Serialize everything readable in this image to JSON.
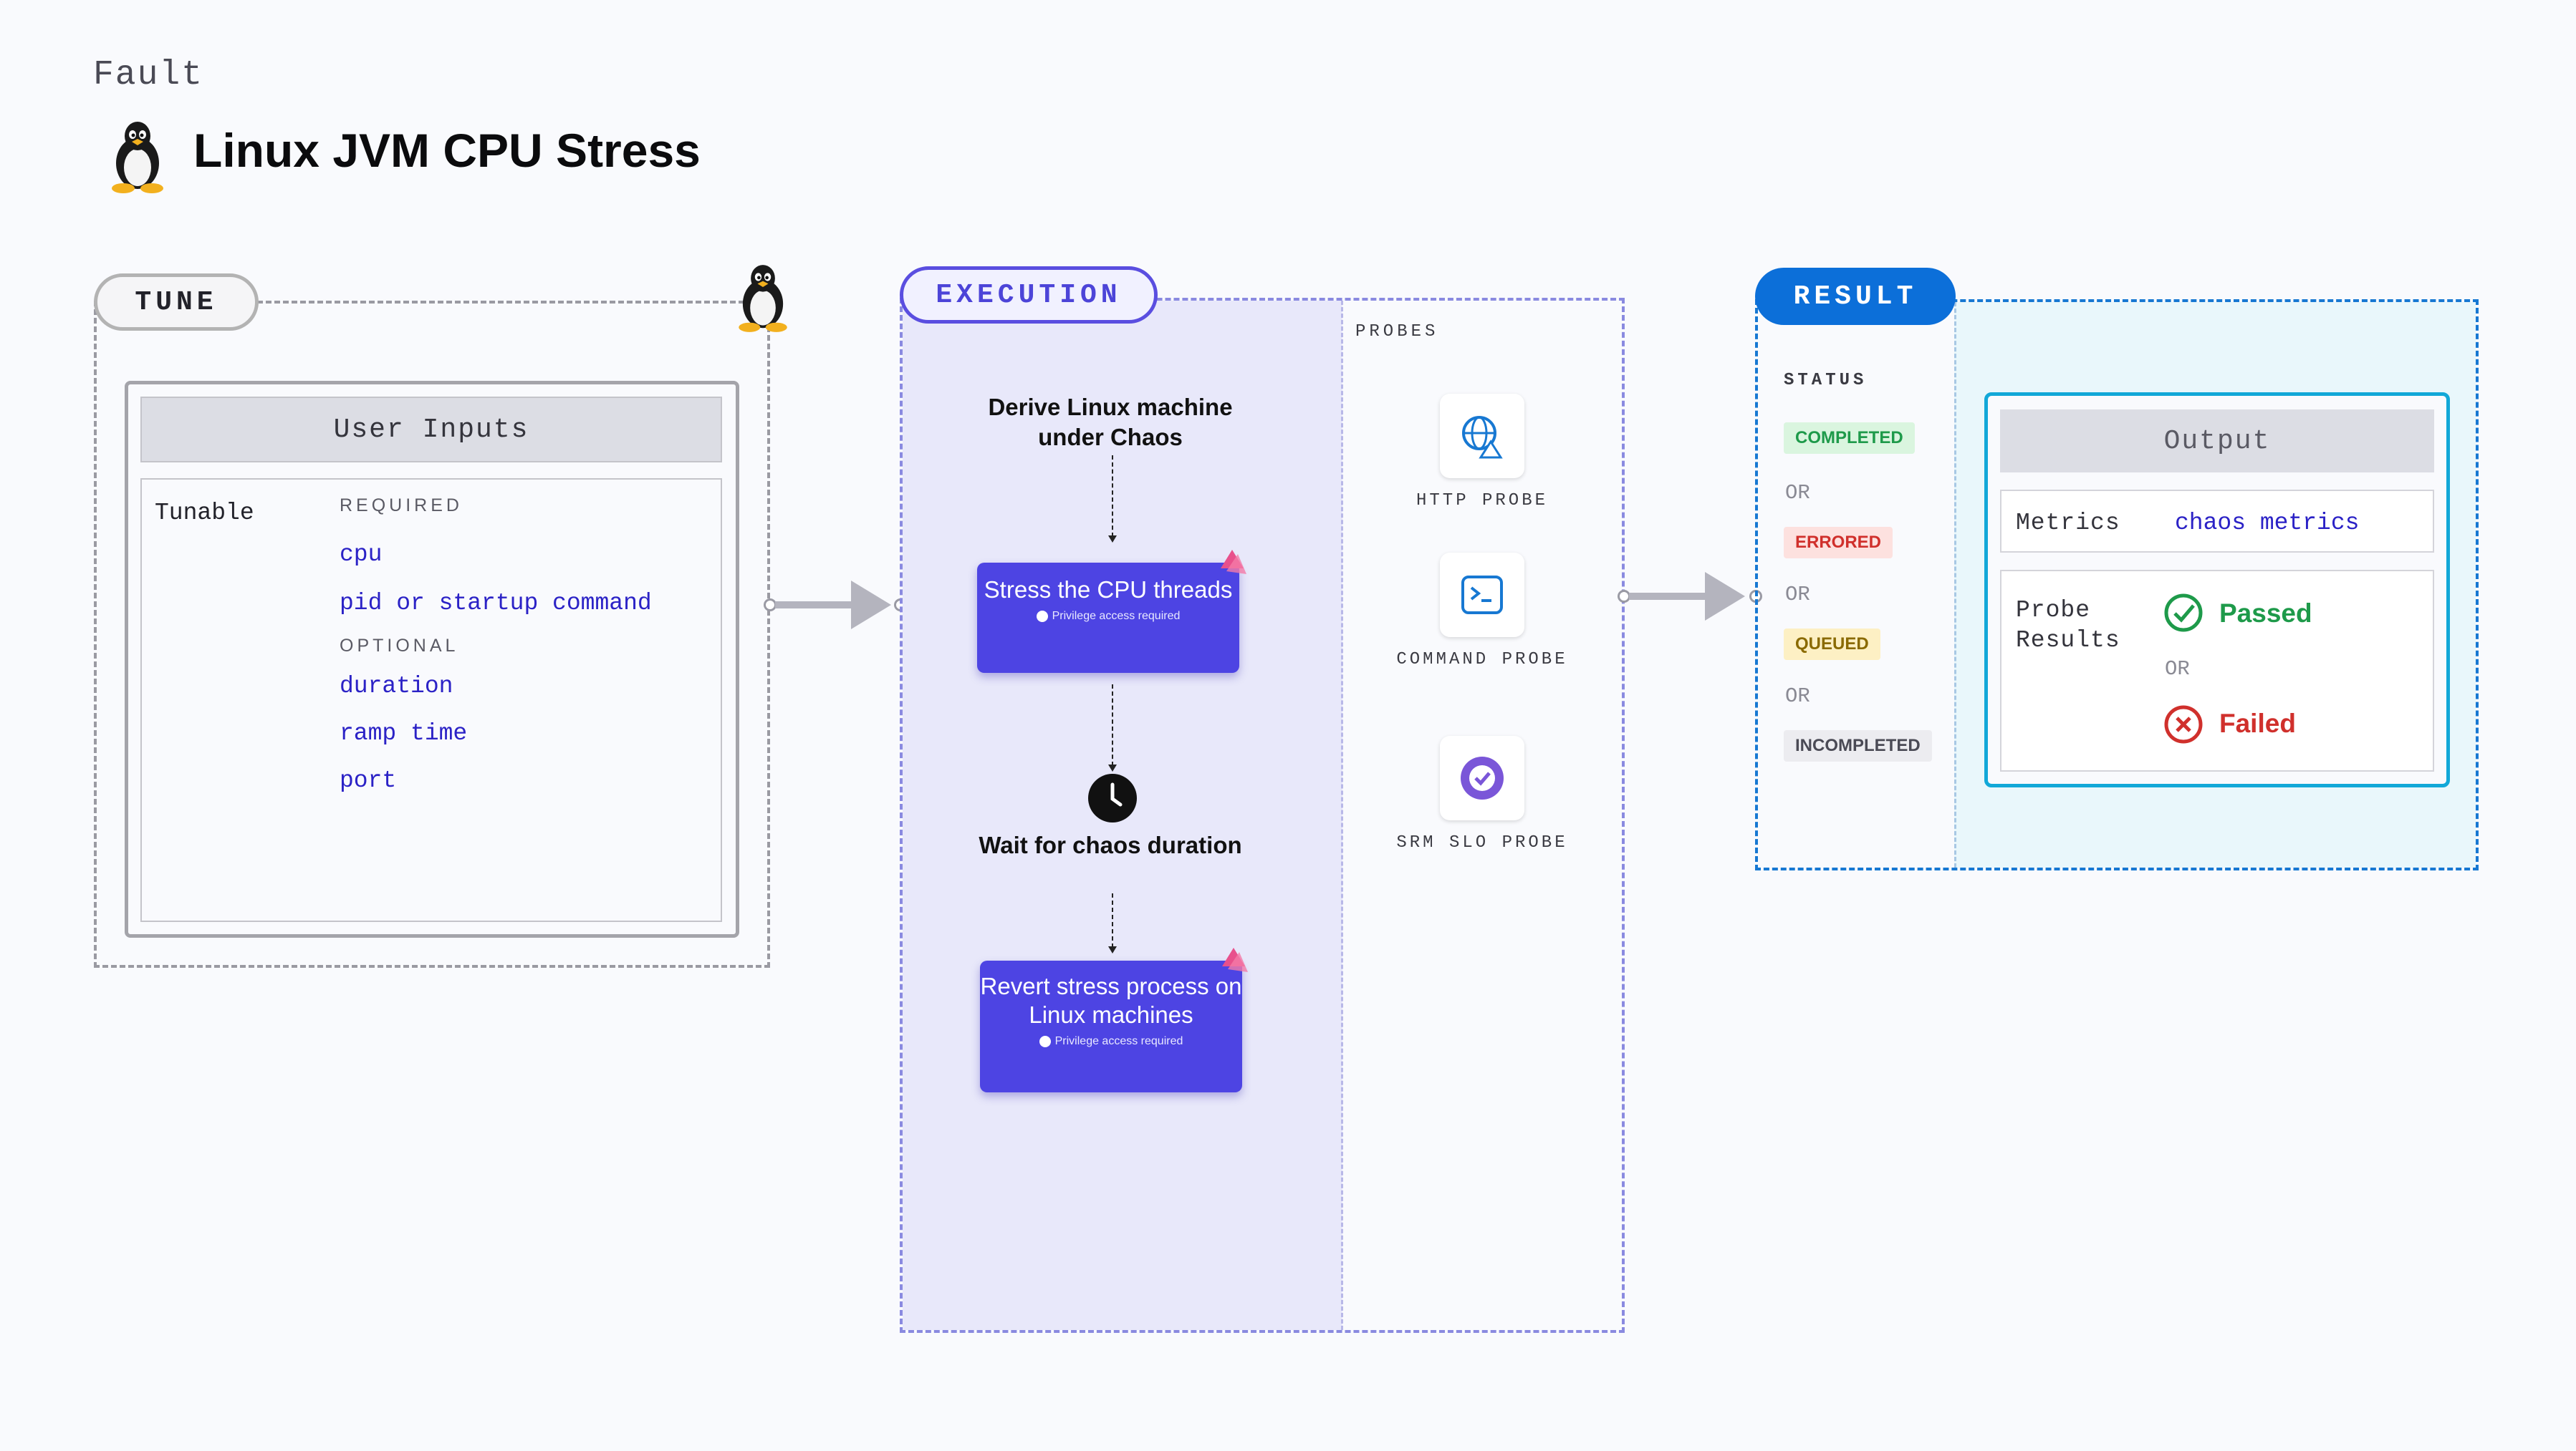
{
  "header": {
    "eyebrow": "Fault",
    "title": "Linux JVM CPU Stress",
    "icon": "linux-penguin-icon"
  },
  "tune": {
    "pill_label": "TUNE",
    "panel_title": "User Inputs",
    "tunable_label": "Tunable",
    "required_label": "REQUIRED",
    "required_params": [
      "cpu",
      "pid or startup command"
    ],
    "optional_label": "OPTIONAL",
    "optional_params": [
      "duration",
      "ramp time",
      "port"
    ]
  },
  "execution": {
    "pill_label": "EXECUTION",
    "probes_label": "PROBES",
    "steps": {
      "derive": "Derive Linux machine under Chaos",
      "stress": "Stress the CPU threads",
      "wait": "Wait for chaos duration",
      "revert": "Revert stress process on Linux machines",
      "privilege_note": "Privilege access required"
    },
    "probes": [
      {
        "label": "HTTP PROBE",
        "icon": "http-probe-globe-icon"
      },
      {
        "label": "COMMAND PROBE",
        "icon": "command-probe-terminal-icon"
      },
      {
        "label": "SRM SLO PROBE",
        "icon": "srm-slo-probe-icon"
      }
    ]
  },
  "result": {
    "pill_label": "RESULT",
    "status_label": "STATUS",
    "statuses": [
      "COMPLETED",
      "ERRORED",
      "QUEUED",
      "INCOMPLETED"
    ],
    "or_label": "OR",
    "output_title": "Output",
    "metrics_label": "Metrics",
    "metrics_value": "chaos metrics",
    "probe_results_label": "Probe Results",
    "passed_label": "Passed",
    "failed_label": "Failed"
  },
  "colors": {
    "execution_accent": "#4d44e3",
    "result_accent": "#0c6fd9",
    "completed": "#1e9a4a",
    "errored": "#d0302c",
    "queued": "#8a6a00",
    "param_text": "#2b22c6"
  }
}
